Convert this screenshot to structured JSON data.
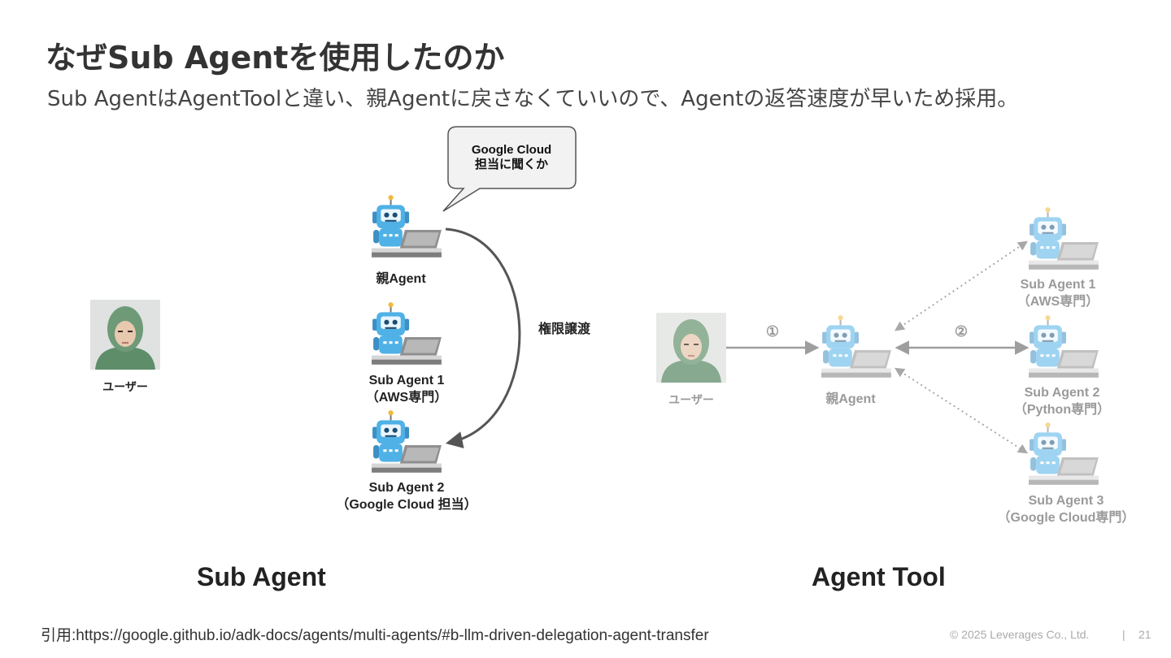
{
  "slide": {
    "title": "なぜSub Agentを使用したのか",
    "subtitle": "Sub AgentはAgentToolと違い、親Agentに戻さなくていいので、Agentの返答速度が早いため採用。"
  },
  "left": {
    "user_label": "ユーザー",
    "bubble_line1": "Google Cloud",
    "bubble_line2": "担当に聞くか",
    "parent_label": "親Agent",
    "sub1_line1": "Sub Agent 1",
    "sub1_line2": "（AWS専門）",
    "sub2_line1": "Sub Agent 2",
    "sub2_line2": "（Google Cloud 担当）",
    "transfer_label": "権限譲渡",
    "section_label": "Sub Agent"
  },
  "right": {
    "user_label": "ユーザー",
    "parent_label": "親Agent",
    "step1": "①",
    "step2": "②",
    "sub1_line1": "Sub Agent 1",
    "sub1_line2": "（AWS専門）",
    "sub2_line1": "Sub Agent 2",
    "sub2_line2": "（Python専門）",
    "sub3_line1": "Sub Agent 3",
    "sub3_line2": "（Google Cloud専門）",
    "section_label": "Agent Tool"
  },
  "footer": {
    "citation": "引用:https://google.github.io/adk-docs/agents/multi-agents/#b-llm-driven-delegation-agent-transfer",
    "copyright": "© 2025 Leverages Co., Ltd.",
    "separator": "|",
    "page_number": "21"
  },
  "colors": {
    "robot_blue": "#4fb1e6",
    "arrow_dark": "#555555",
    "arrow_grey": "#9e9e9e",
    "text_grey": "#9a9a9a",
    "skin": "#6f9a78"
  },
  "icons": {
    "robot": "robot-with-laptop-icon",
    "user": "user-photo-avatar"
  }
}
